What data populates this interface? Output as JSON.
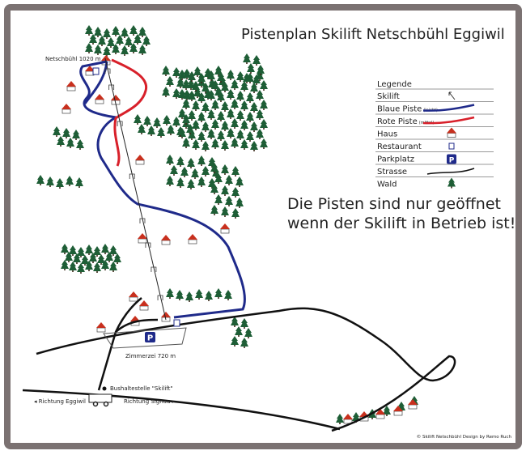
{
  "title": "Pistenplan Skilift Netschbühl Eggiwil",
  "notice": [
    "Die Pisten sind nur geöffnet",
    "wenn der Skilift in Betrieb ist!"
  ],
  "labels": {
    "summit": "Netschbühl 1020 m",
    "base": "Zimmerzei 720 m",
    "bus_stop": "Bushaltestelle \"Skilift\"",
    "dir_left": "◂ Richtung Eggiwil",
    "dir_right": "Richtung Signau ▸",
    "credit": "© Skilift Netschbühl Design by Remo Ruch",
    "parking": "P"
  },
  "legend": {
    "title": "Legende",
    "items": [
      {
        "label": "Skilift",
        "note": "",
        "icon": "skilift-icon"
      },
      {
        "label": "Blaue Piste",
        "note": "(leicht)",
        "icon": "blue-piste-line",
        "color": "#1f2a8a"
      },
      {
        "label": "Rote Piste",
        "note": "(mittel)",
        "icon": "red-piste-line",
        "color": "#d8202a"
      },
      {
        "label": "Haus",
        "note": "",
        "icon": "house-icon"
      },
      {
        "label": "Restaurant",
        "note": "",
        "icon": "restaurant-icon"
      },
      {
        "label": "Parkplatz",
        "note": "",
        "icon": "parking-icon"
      },
      {
        "label": "Strasse",
        "note": "",
        "icon": "road-line"
      },
      {
        "label": "Wald",
        "note": "",
        "icon": "tree-icon"
      }
    ]
  },
  "colors": {
    "frame": "#7b7272",
    "blue": "#1f2a8a",
    "red": "#d8202a",
    "tree": "#1e5e36",
    "house_roof": "#c8301e",
    "parking": "#1f2a8a"
  }
}
